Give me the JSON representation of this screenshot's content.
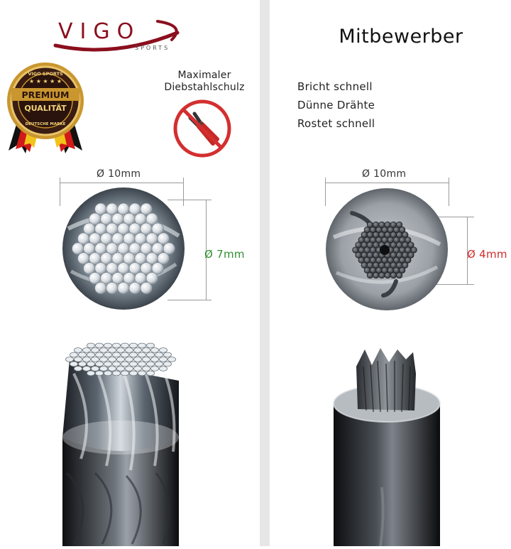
{
  "brand": {
    "logo_text": "VIGO",
    "logo_sub": "SPORTS",
    "logo_color": "#8b0f1e"
  },
  "seal": {
    "top_text": "VIGO SPORTS",
    "line1": "PREMIUM",
    "line2": "QUALITÄT",
    "bottom_text": "DEUTSCHE MARKE",
    "gold": "#c9962f",
    "dark": "#3a1c12"
  },
  "feature": {
    "line1": "Maximaler",
    "line2": "Diebstahlschulz",
    "icon": "no-bolt-cutter-icon",
    "icon_color": "#d32f2f"
  },
  "left_cable": {
    "width_label": "Ø 10mm",
    "core_label": "Ø 7mm",
    "core_color": "#2f8f2f"
  },
  "right": {
    "title": "Mitbewerber",
    "drawbacks": [
      "Bricht schnell",
      "Dünne Drähte",
      "Rostet schnell"
    ],
    "width_label": "Ø 10mm",
    "core_label": "Ø 4mm",
    "core_color": "#d12b2b"
  }
}
